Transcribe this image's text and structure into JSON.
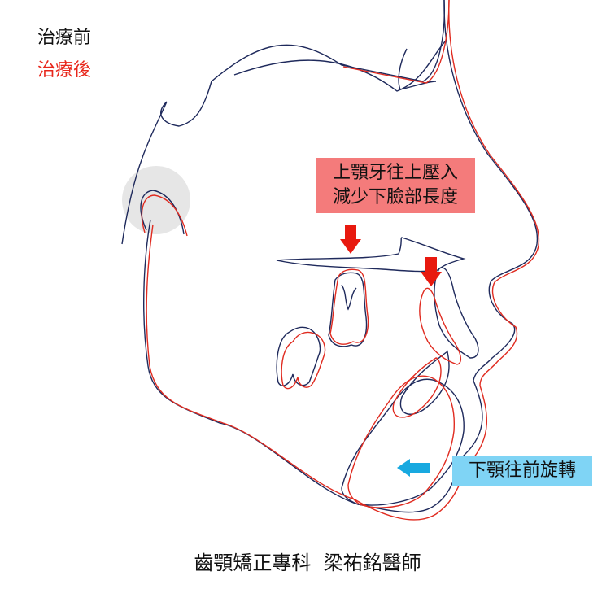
{
  "legend": {
    "before": {
      "label": "治療前",
      "color": "#111111"
    },
    "after": {
      "label": "治療後",
      "color": "#e8261b"
    }
  },
  "tracing_colors": {
    "before": "#1f2a5c",
    "after": "#e02b20"
  },
  "callouts": {
    "maxilla": {
      "lines": [
        "上顎牙往上壓入",
        "減少下臉部長度"
      ],
      "background": "#f47b7b",
      "arrow_color": "#e8190f",
      "arrow_icon": "arrow-down-icon"
    },
    "mandible": {
      "text": "下顎往前旋轉",
      "background": "#7fd4f5",
      "arrow_color": "#18a9e0",
      "arrow_icon": "arrow-left-icon"
    }
  },
  "marker": {
    "color": "#e6e6e6"
  },
  "footer": {
    "text": "齒顎矯正專科  梁祐銘醫師"
  }
}
